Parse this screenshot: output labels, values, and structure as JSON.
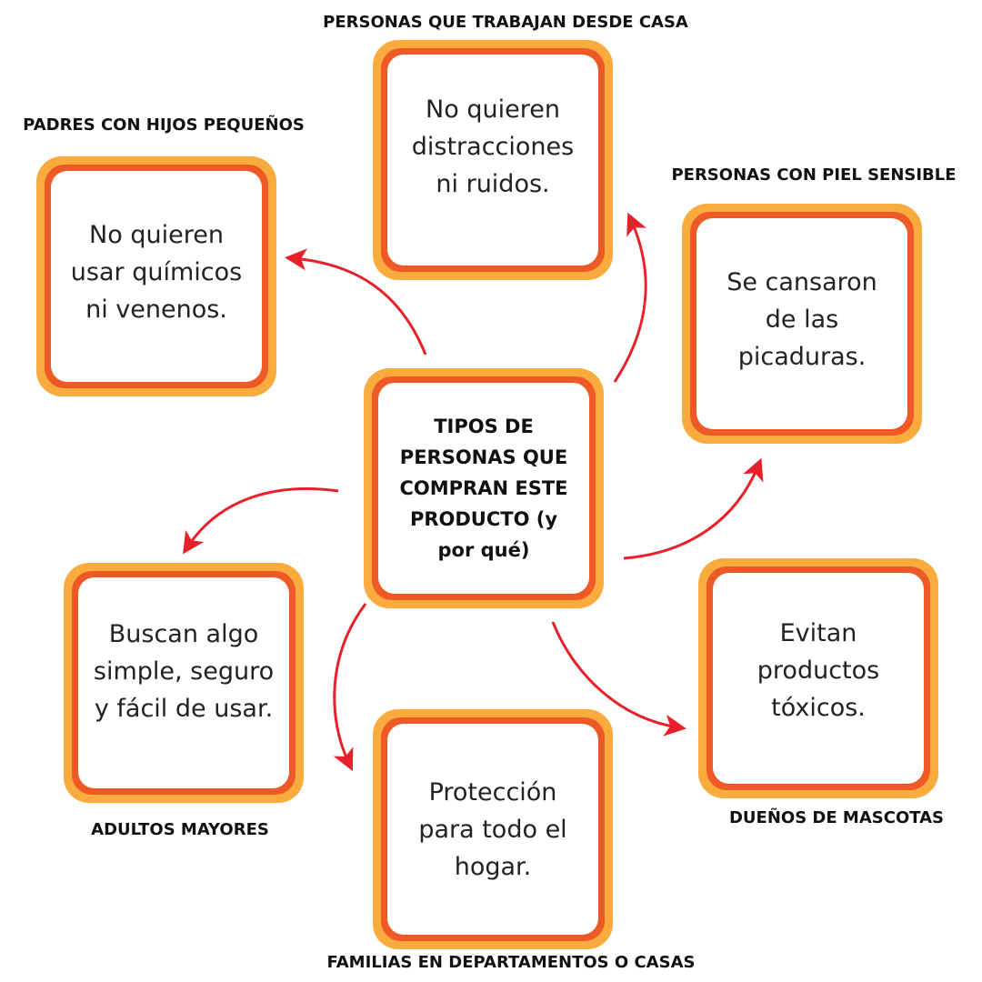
{
  "center": {
    "title": "TIPOS DE PERSONAS QUE COMPRAN ESTE PRODUCTO (y por qué)"
  },
  "segments": [
    {
      "label": "PERSONAS QUE TRABAJAN DESDE CASA",
      "text": "No quieren distracciones ni ruidos."
    },
    {
      "label": "PADRES CON HIJOS PEQUEÑOS",
      "text": "No quieren usar químicos ni venenos."
    },
    {
      "label": "PERSONAS CON PIEL SENSIBLE",
      "text": "Se cansaron de las picaduras."
    },
    {
      "label": "ADULTOS MAYORES",
      "text": "Buscan algo simple, seguro y fácil de usar."
    },
    {
      "label": "DUEÑOS DE MASCOTAS",
      "text": "Evitan productos tóxicos."
    },
    {
      "label": "FAMILIAS EN DEPARTAMENTOS O CASAS",
      "text": "Protección para todo el hogar."
    }
  ],
  "colors": {
    "outer": "#F9AC3D",
    "inner": "#EE5A26",
    "arrow": "#E8202A"
  }
}
